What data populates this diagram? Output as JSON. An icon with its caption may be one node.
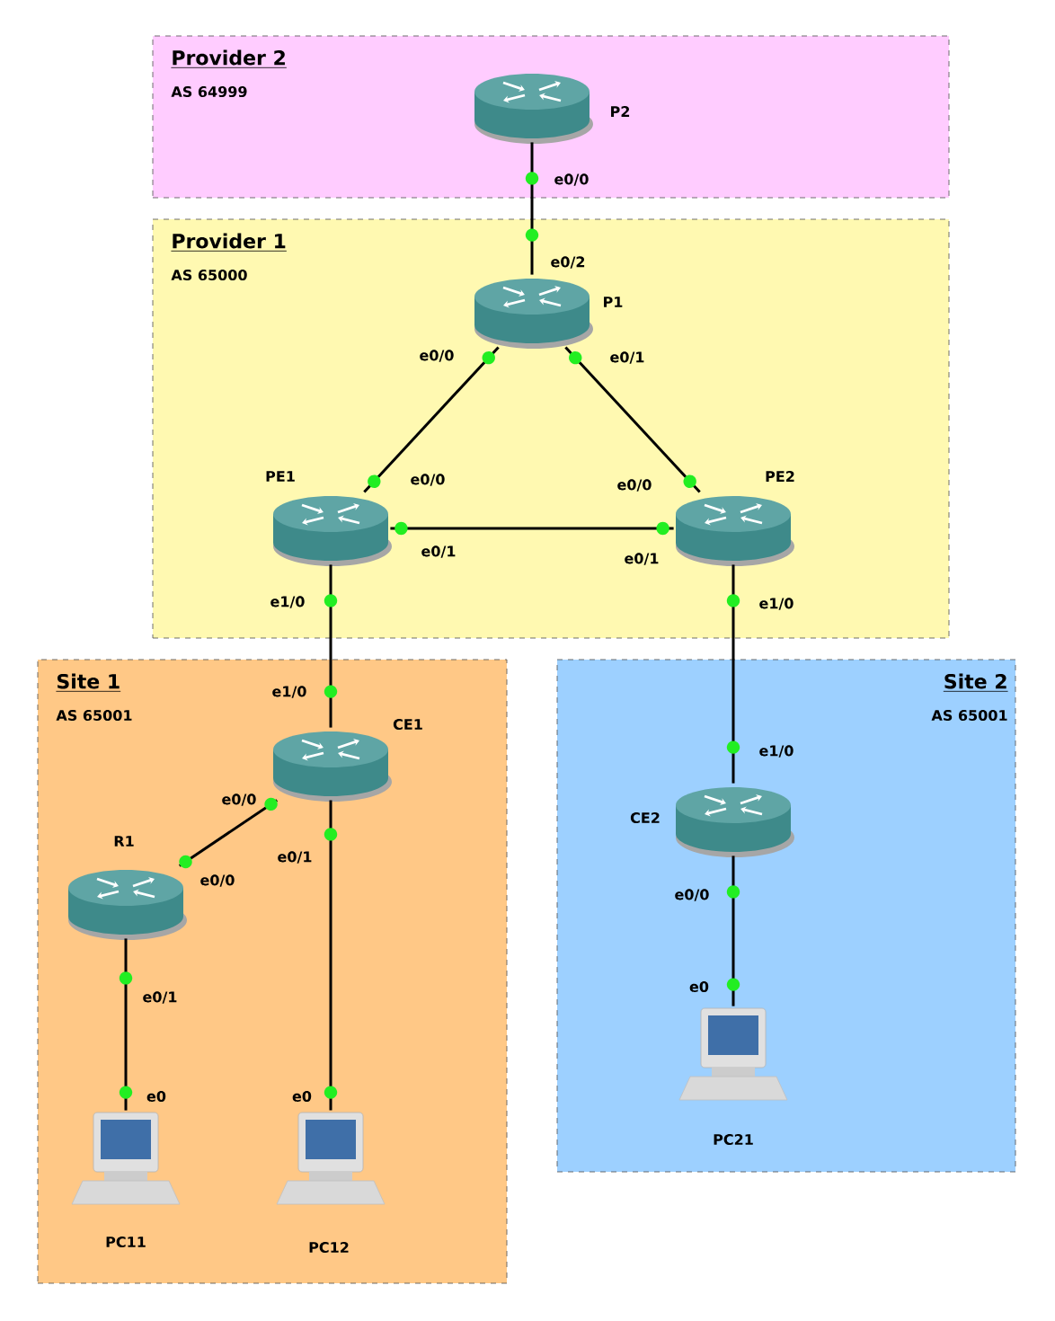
{
  "diagram": {
    "nodes": [
      {
        "text": [
          "Provider 2",
          "AS 64999"
        ]
      },
      {
        "text": [
          "P2"
        ],
        "in": 0
      },
      {
        "text": [
          "Provider 1",
          "AS 65000"
        ]
      },
      {
        "text": [
          "P1"
        ],
        "in": 2
      },
      {
        "text": [
          "PE1"
        ],
        "in": 2
      },
      {
        "text": [
          "PE2"
        ],
        "in": 2
      },
      {
        "text": [
          "Site 1",
          "AS 65001"
        ]
      },
      {
        "text": [
          "CE1"
        ],
        "in": 6
      },
      {
        "text": [
          "R1"
        ],
        "in": 6
      },
      {
        "text": [
          "PC11"
        ],
        "in": 6
      },
      {
        "text": [
          "PC12"
        ],
        "in": 6
      },
      {
        "text": [
          "Site 2",
          "AS 65001"
        ]
      },
      {
        "text": [
          "CE2"
        ],
        "in": 11
      },
      {
        "text": [
          "PC21"
        ],
        "in": 11
      }
    ],
    "edges": [
      {
        "from": 1,
        "to": 3,
        "arrow": "none"
      },
      {
        "from": 3,
        "to": 4,
        "arrow": "none"
      },
      {
        "from": 3,
        "to": 5,
        "arrow": "none"
      },
      {
        "from": 4,
        "to": 5,
        "arrow": "none"
      },
      {
        "from": 4,
        "to": 7,
        "arrow": "none"
      },
      {
        "from": 5,
        "to": 12,
        "arrow": "none"
      },
      {
        "from": 7,
        "to": 8,
        "arrow": "none"
      },
      {
        "from": 8,
        "to": 9,
        "arrow": "none"
      },
      {
        "from": 7,
        "to": 10,
        "arrow": "none"
      },
      {
        "from": 12,
        "to": 13,
        "arrow": "none"
      }
    ],
    "labels": [
      "e0/0",
      "e0/2",
      "e0/0",
      "e0/1",
      "e0/0",
      "e0/0",
      "e0/1",
      "e0/1",
      "e1/0",
      "e1/0",
      "e1/0",
      "e0/0",
      "e0/0",
      "e0/1",
      "e0/1",
      "e0",
      "e0",
      "e1/0",
      "e0/0",
      "e0"
    ]
  }
}
